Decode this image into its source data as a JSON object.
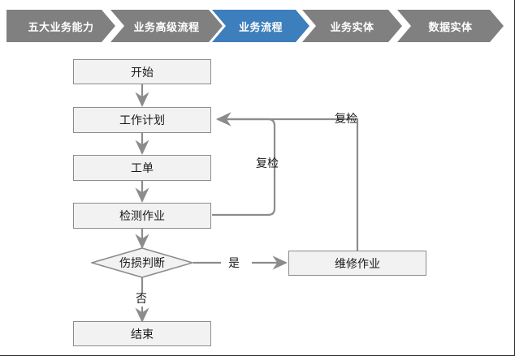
{
  "breadcrumb": {
    "items": [
      {
        "label": "五大业务能力",
        "active": false
      },
      {
        "label": "业务高级流程",
        "active": false
      },
      {
        "label": "业务流程",
        "active": true
      },
      {
        "label": "业务实体",
        "active": false
      },
      {
        "label": "数据实体",
        "active": false
      }
    ],
    "active_color": "#3d7ebc",
    "inactive_color": "#808080",
    "text_color": "#ffffff"
  },
  "flowchart": {
    "node_fill": "#f2f2f2",
    "node_border": "#8c8c8c",
    "connector_color": "#8c8c8c",
    "nodes": [
      {
        "id": "start",
        "label": "开始",
        "shape": "rect"
      },
      {
        "id": "work_plan",
        "label": "工作计划",
        "shape": "rect"
      },
      {
        "id": "work_order",
        "label": "工单",
        "shape": "rect"
      },
      {
        "id": "inspection",
        "label": "检测作业",
        "shape": "rect"
      },
      {
        "id": "judge",
        "label": "伤损判断",
        "shape": "diamond"
      },
      {
        "id": "repair",
        "label": "维修作业",
        "shape": "rect"
      },
      {
        "id": "end",
        "label": "结束",
        "shape": "rect"
      }
    ],
    "edge_labels": {
      "recheck_inner": "复检",
      "recheck_outer": "复检",
      "yes": "是",
      "no": "否"
    }
  }
}
